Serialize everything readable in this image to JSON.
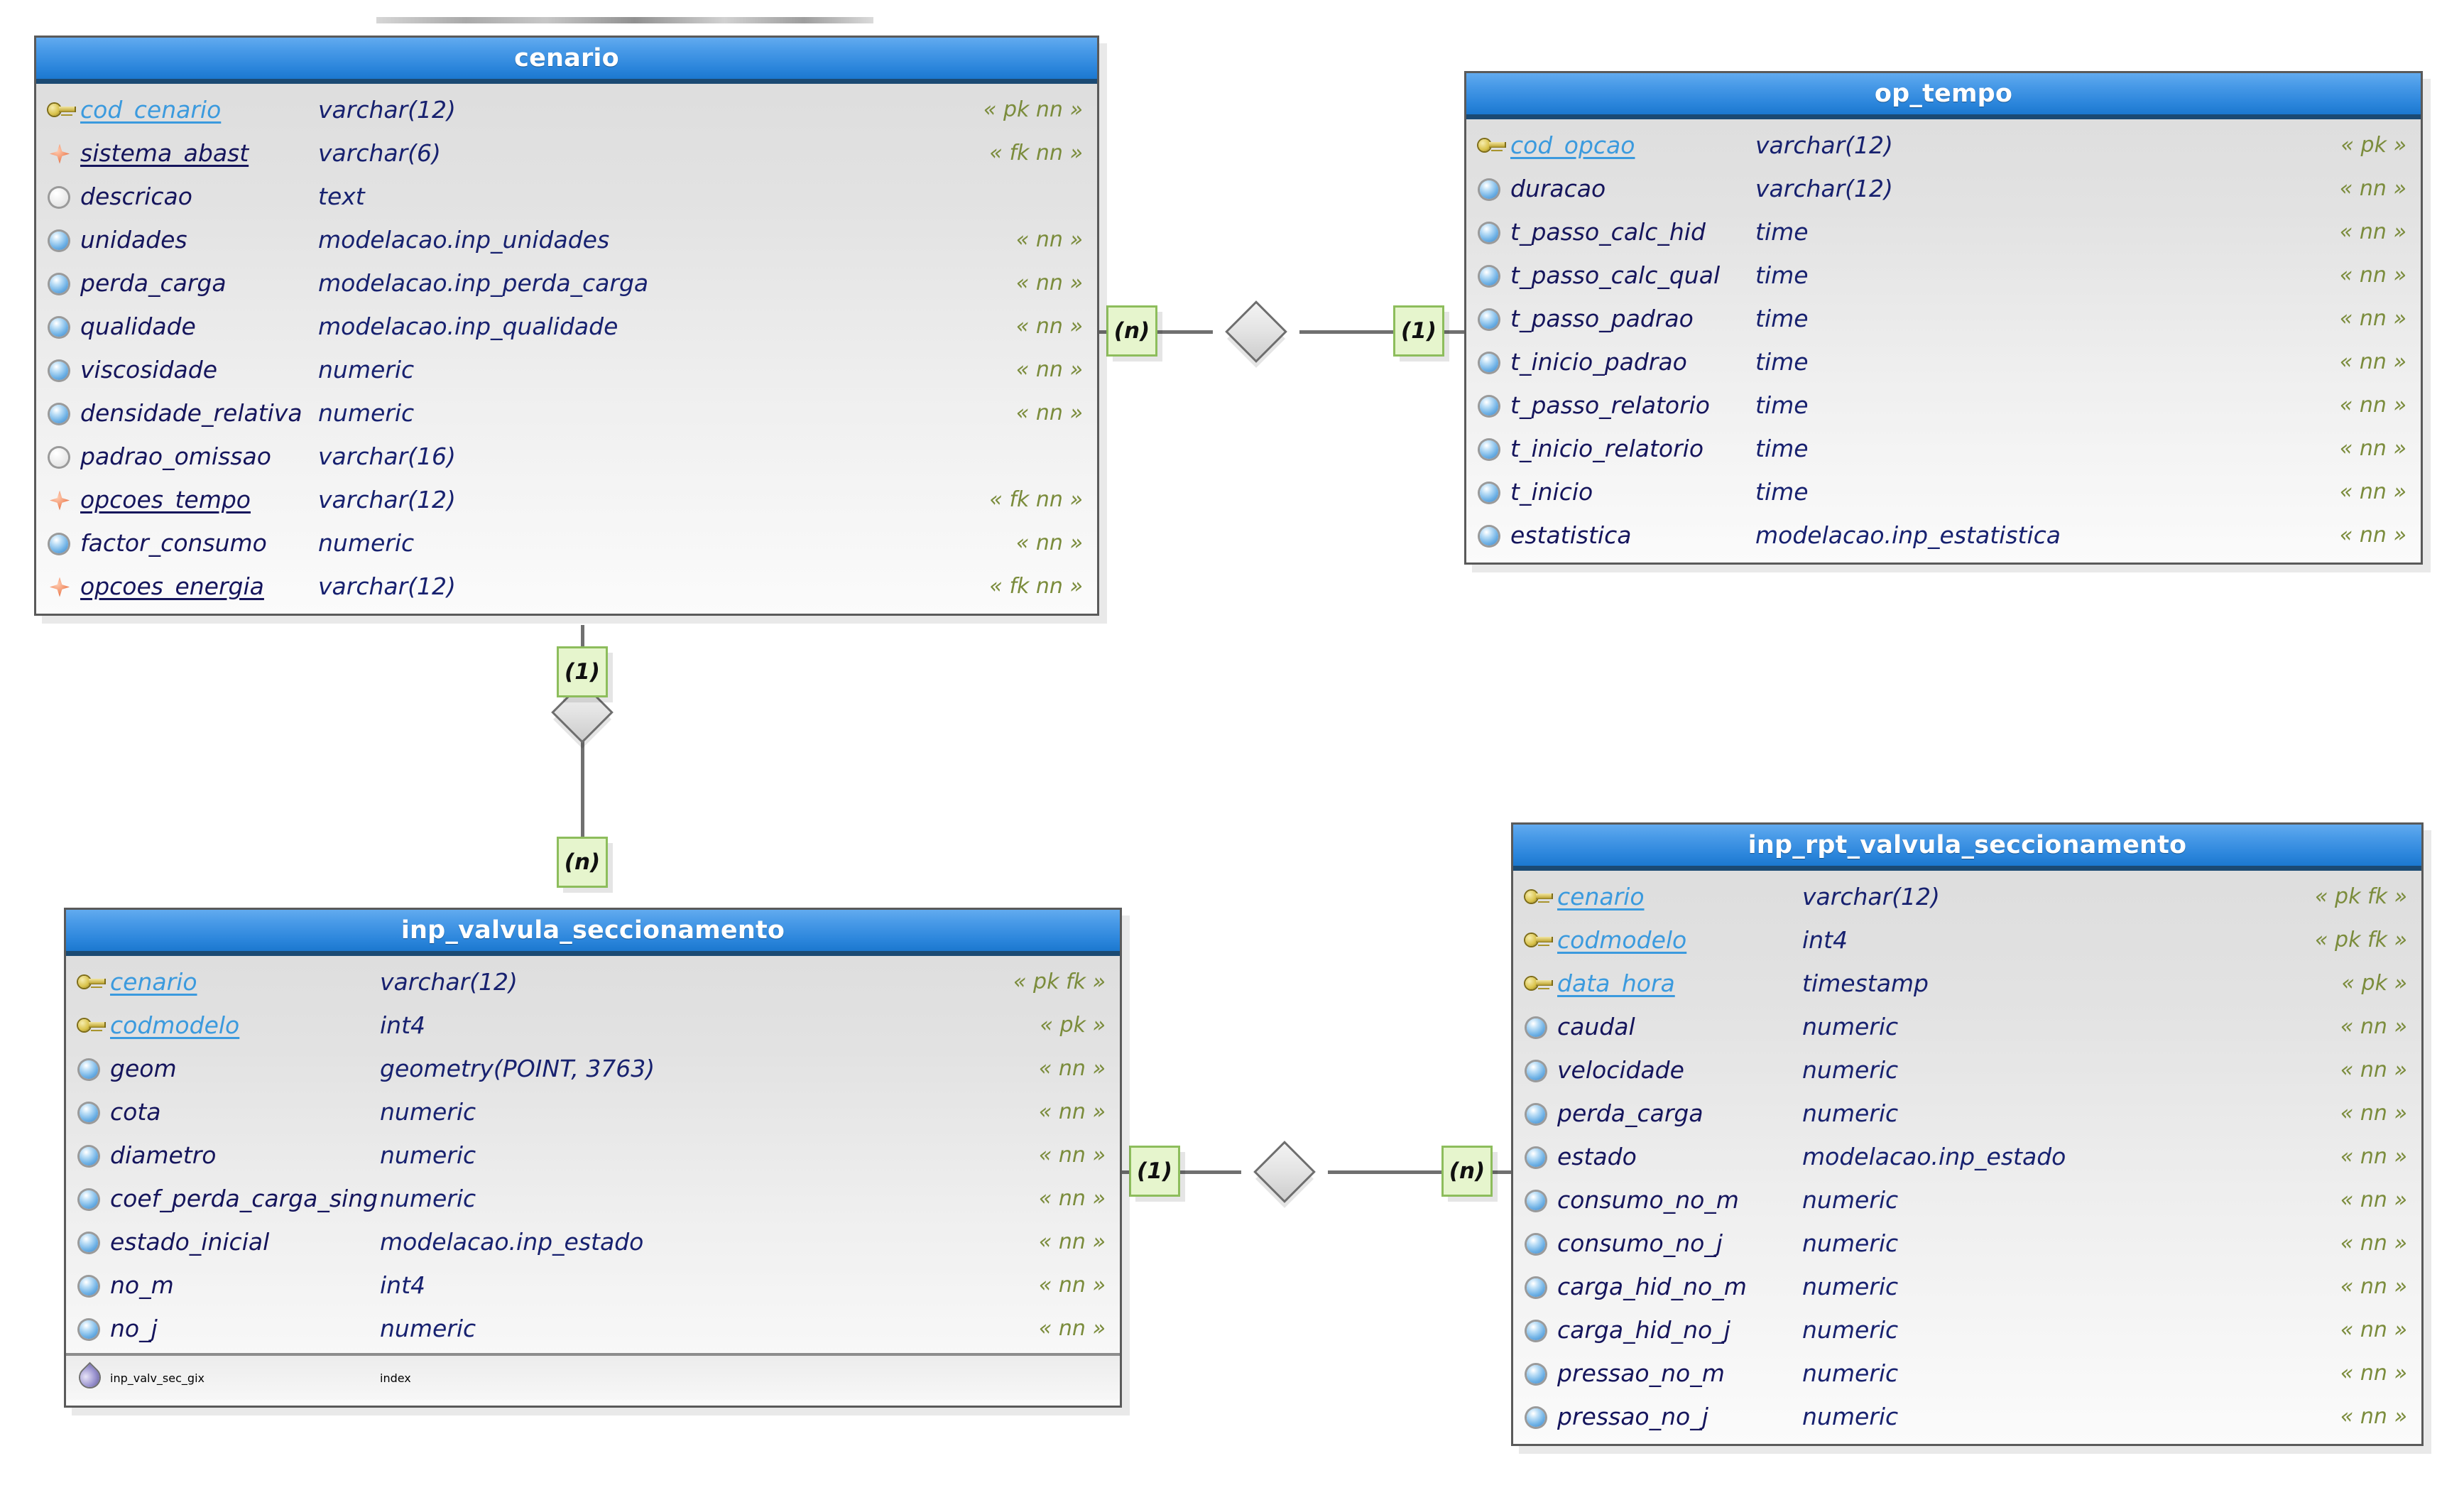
{
  "diagram": {
    "title": "Database ER Diagram - modelacao schema",
    "top_clipped_strip": "",
    "colors": {
      "header_gradient_top": "#62abef",
      "header_gradient_bottom": "#1c78cf",
      "header_border": "#1b4a73",
      "entity_border": "#5a5a5a",
      "body_gradient_top": "#dcdcdc",
      "body_gradient_bottom": "#fbfbfb",
      "pk_name_text": "#3b9ade",
      "column_name_text": "#15155c",
      "datatype_text": "#17216f",
      "stereotype_text": "#7b8c3c",
      "cardinality_fill": "#e6f5cd",
      "cardinality_border": "#8dbd5c",
      "connector_line": "#707070",
      "diamond_fill": "#e3e3e3"
    }
  },
  "entities": [
    {
      "id": "cenario",
      "name": "cenario",
      "name_col_width": 335,
      "type_col_width": 500,
      "columns": [
        {
          "icon": "key-icon",
          "name": "cod_cenario",
          "style": "pk",
          "type": "varchar(12)",
          "stereotype": "« pk nn »"
        },
        {
          "icon": "foreign-key-icon",
          "name": "sistema_abast",
          "style": "fkunder",
          "type": "varchar(6)",
          "stereotype": "« fk nn »"
        },
        {
          "icon": "nullable-icon",
          "name": "descricao",
          "style": "plain",
          "type": "text",
          "stereotype": ""
        },
        {
          "icon": "notnull-icon",
          "name": "unidades",
          "style": "plain",
          "type": "modelacao.inp_unidades",
          "stereotype": "« nn »"
        },
        {
          "icon": "notnull-icon",
          "name": "perda_carga",
          "style": "plain",
          "type": "modelacao.inp_perda_carga",
          "stereotype": "« nn »"
        },
        {
          "icon": "notnull-icon",
          "name": "qualidade",
          "style": "plain",
          "type": "modelacao.inp_qualidade",
          "stereotype": "« nn »"
        },
        {
          "icon": "notnull-icon",
          "name": "viscosidade",
          "style": "plain",
          "type": "numeric",
          "stereotype": "« nn »"
        },
        {
          "icon": "notnull-icon",
          "name": "densidade_relativa",
          "style": "plain",
          "type": "numeric",
          "stereotype": "« nn »"
        },
        {
          "icon": "nullable-icon",
          "name": "padrao_omissao",
          "style": "plain",
          "type": "varchar(16)",
          "stereotype": ""
        },
        {
          "icon": "foreign-key-icon",
          "name": "opcoes_tempo",
          "style": "fkunder",
          "type": "varchar(12)",
          "stereotype": "« fk nn »"
        },
        {
          "icon": "notnull-icon",
          "name": "factor_consumo",
          "style": "plain",
          "type": "numeric",
          "stereotype": "« nn »"
        },
        {
          "icon": "foreign-key-icon",
          "name": "opcoes_energia",
          "style": "fkunder",
          "type": "varchar(12)",
          "stereotype": "« fk nn »"
        }
      ],
      "indexes": []
    },
    {
      "id": "op_tempo",
      "name": "op_tempo",
      "name_col_width": 345,
      "type_col_width": 480,
      "columns": [
        {
          "icon": "key-icon",
          "name": "cod_opcao",
          "style": "pk",
          "type": "varchar(12)",
          "stereotype": "« pk »"
        },
        {
          "icon": "notnull-icon",
          "name": "duracao",
          "style": "plain",
          "type": "varchar(12)",
          "stereotype": "« nn »"
        },
        {
          "icon": "notnull-icon",
          "name": "t_passo_calc_hid",
          "style": "plain",
          "type": "time",
          "stereotype": "« nn »"
        },
        {
          "icon": "notnull-icon",
          "name": "t_passo_calc_qual",
          "style": "plain",
          "type": "time",
          "stereotype": "« nn »"
        },
        {
          "icon": "notnull-icon",
          "name": "t_passo_padrao",
          "style": "plain",
          "type": "time",
          "stereotype": "« nn »"
        },
        {
          "icon": "notnull-icon",
          "name": "t_inicio_padrao",
          "style": "plain",
          "type": "time",
          "stereotype": "« nn »"
        },
        {
          "icon": "notnull-icon",
          "name": "t_passo_relatorio",
          "style": "plain",
          "type": "time",
          "stereotype": "« nn »"
        },
        {
          "icon": "notnull-icon",
          "name": "t_inicio_relatorio",
          "style": "plain",
          "type": "time",
          "stereotype": "« nn »"
        },
        {
          "icon": "notnull-icon",
          "name": "t_inicio",
          "style": "plain",
          "type": "time",
          "stereotype": "« nn »"
        },
        {
          "icon": "notnull-icon",
          "name": "estatistica",
          "style": "plain",
          "type": "modelacao.inp_estatistica",
          "stereotype": "« nn »"
        }
      ],
      "indexes": []
    },
    {
      "id": "inp_valvula_seccionamento",
      "name": "inp_valvula_seccionamento",
      "name_col_width": 380,
      "type_col_width": 500,
      "columns": [
        {
          "icon": "key-icon",
          "name": "cenario",
          "style": "pk",
          "type": "varchar(12)",
          "stereotype": "« pk fk »"
        },
        {
          "icon": "key-icon",
          "name": "codmodelo",
          "style": "pk",
          "type": "int4",
          "stereotype": "« pk »"
        },
        {
          "icon": "notnull-icon",
          "name": "geom",
          "style": "plain",
          "type": "geometry(POINT, 3763)",
          "stereotype": "« nn »"
        },
        {
          "icon": "notnull-icon",
          "name": "cota",
          "style": "plain",
          "type": "numeric",
          "stereotype": "« nn »"
        },
        {
          "icon": "notnull-icon",
          "name": "diametro",
          "style": "plain",
          "type": "numeric",
          "stereotype": "« nn »"
        },
        {
          "icon": "notnull-icon",
          "name": "coef_perda_carga_sing",
          "style": "plain",
          "type": "numeric",
          "stereotype": "« nn »"
        },
        {
          "icon": "notnull-icon",
          "name": "estado_inicial",
          "style": "plain",
          "type": "modelacao.inp_estado",
          "stereotype": "« nn »"
        },
        {
          "icon": "notnull-icon",
          "name": "no_m",
          "style": "plain",
          "type": "int4",
          "stereotype": "« nn »"
        },
        {
          "icon": "notnull-icon",
          "name": "no_j",
          "style": "plain",
          "type": "numeric",
          "stereotype": "« nn »"
        }
      ],
      "indexes": [
        {
          "icon": "index-icon",
          "name": "inp_valv_sec_gix",
          "type": "index",
          "stereotype": ""
        }
      ]
    },
    {
      "id": "inp_rpt_valvula_seccionamento",
      "name": "inp_rpt_valvula_seccionamento",
      "name_col_width": 345,
      "type_col_width": 470,
      "columns": [
        {
          "icon": "key-icon",
          "name": "cenario",
          "style": "pk",
          "type": "varchar(12)",
          "stereotype": "« pk fk »"
        },
        {
          "icon": "key-icon",
          "name": "codmodelo",
          "style": "pk",
          "type": "int4",
          "stereotype": "« pk fk »"
        },
        {
          "icon": "key-icon",
          "name": "data_hora",
          "style": "pk",
          "type": "timestamp",
          "stereotype": "« pk »"
        },
        {
          "icon": "notnull-icon",
          "name": "caudal",
          "style": "plain",
          "type": "numeric",
          "stereotype": "« nn »"
        },
        {
          "icon": "notnull-icon",
          "name": "velocidade",
          "style": "plain",
          "type": "numeric",
          "stereotype": "« nn »"
        },
        {
          "icon": "notnull-icon",
          "name": "perda_carga",
          "style": "plain",
          "type": "numeric",
          "stereotype": "« nn »"
        },
        {
          "icon": "notnull-icon",
          "name": "estado",
          "style": "plain",
          "type": "modelacao.inp_estado",
          "stereotype": "« nn »"
        },
        {
          "icon": "notnull-icon",
          "name": "consumo_no_m",
          "style": "plain",
          "type": "numeric",
          "stereotype": "« nn »"
        },
        {
          "icon": "notnull-icon",
          "name": "consumo_no_j",
          "style": "plain",
          "type": "numeric",
          "stereotype": "« nn »"
        },
        {
          "icon": "notnull-icon",
          "name": "carga_hid_no_m",
          "style": "plain",
          "type": "numeric",
          "stereotype": "« nn »"
        },
        {
          "icon": "notnull-icon",
          "name": "carga_hid_no_j",
          "style": "plain",
          "type": "numeric",
          "stereotype": "« nn »"
        },
        {
          "icon": "notnull-icon",
          "name": "pressao_no_m",
          "style": "plain",
          "type": "numeric",
          "stereotype": "« nn »"
        },
        {
          "icon": "notnull-icon",
          "name": "pressao_no_j",
          "style": "plain",
          "type": "numeric",
          "stereotype": "« nn »"
        }
      ],
      "indexes": []
    }
  ],
  "relationships": [
    {
      "id": "cenario-op_tempo",
      "from": "cenario",
      "to": "op_tempo",
      "from_cardinality": "(n)",
      "to_cardinality": "(1)",
      "orientation": "horizontal"
    },
    {
      "id": "cenario-inp_valvula",
      "from": "cenario",
      "to": "inp_valvula_seccionamento",
      "from_cardinality": "(1)",
      "to_cardinality": "(n)",
      "orientation": "vertical"
    },
    {
      "id": "inp_valvula-inp_rpt_valvula",
      "from": "inp_valvula_seccionamento",
      "to": "inp_rpt_valvula_seccionamento",
      "from_cardinality": "(1)",
      "to_cardinality": "(n)",
      "orientation": "horizontal"
    }
  ]
}
